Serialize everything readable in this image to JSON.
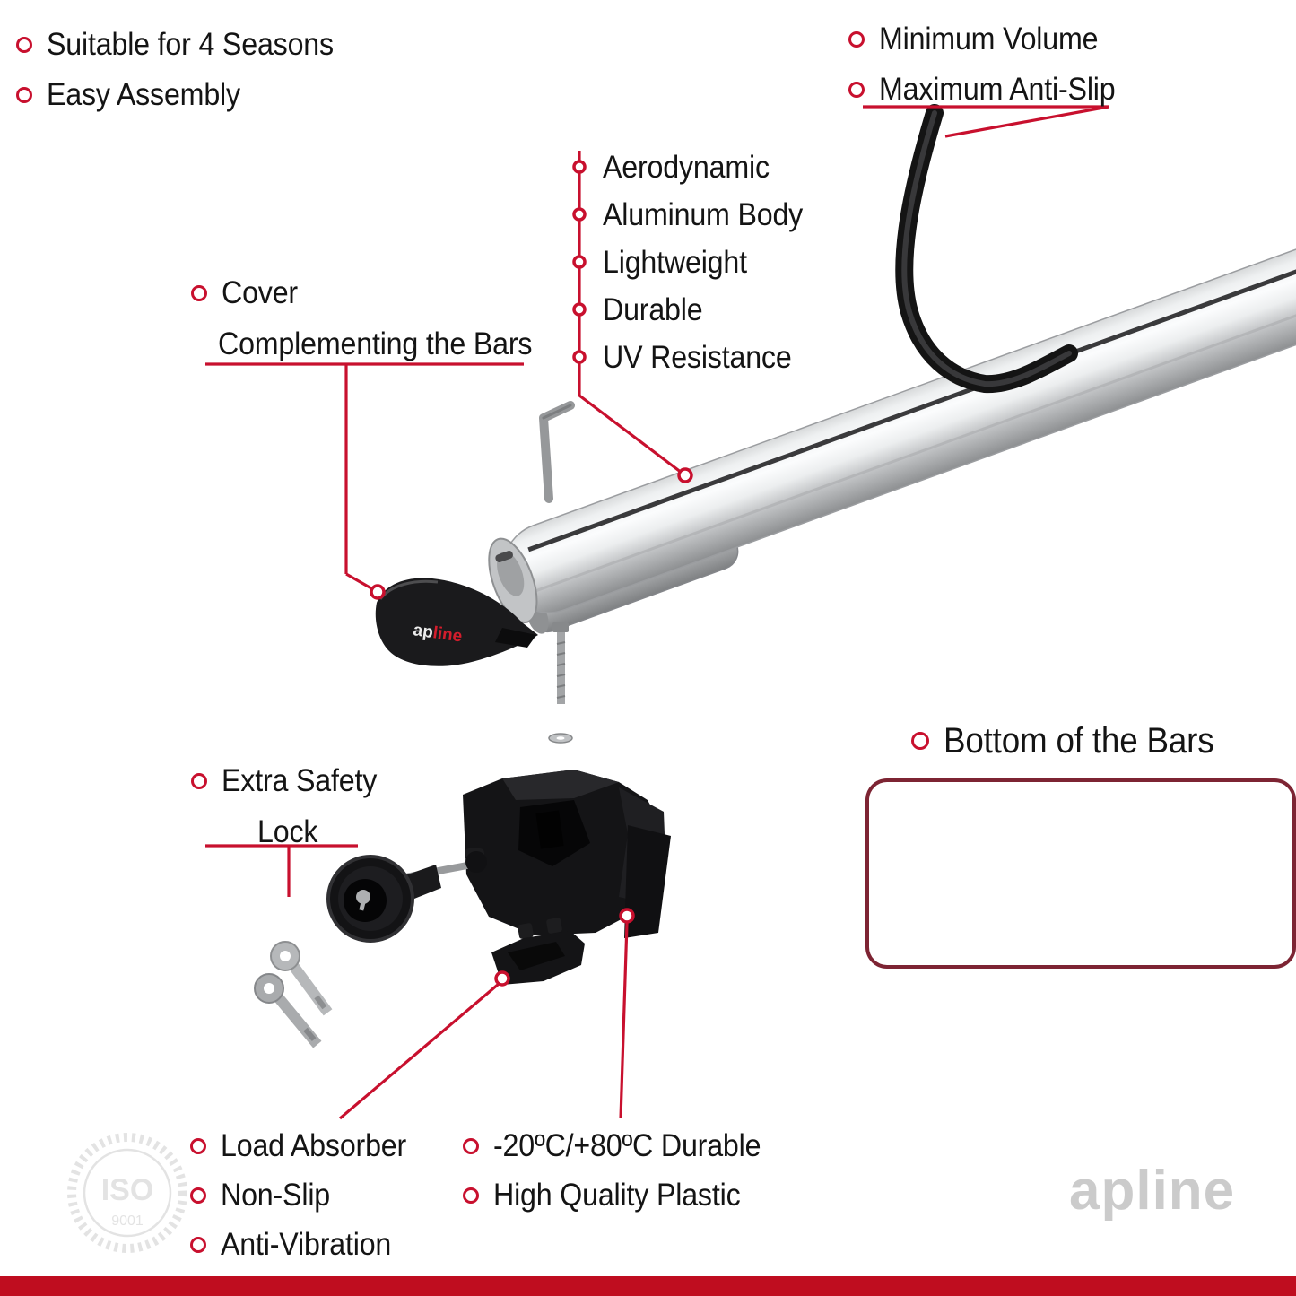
{
  "colors": {
    "accent_red": "#c8102e",
    "footer_red": "#bf0d1f",
    "panel_border_maroon": "#7d2433",
    "bar_silver": "#c9cbcd",
    "watermark_gray": "#cbcbcb",
    "part_black": "#141416"
  },
  "top_left_features": {
    "items": [
      "Suitable for 4 Seasons",
      "Easy Assembly"
    ]
  },
  "top_right_features": {
    "items": [
      "Minimum Volume",
      "Maximum Anti-Slip"
    ]
  },
  "bar_features": {
    "items": [
      "Aerodynamic",
      "Aluminum Body",
      "Lightweight",
      "Durable",
      "UV Resistance"
    ]
  },
  "cover_label": {
    "line1": "Cover",
    "line2": "Complementing the Bars"
  },
  "lock_label": {
    "line1": "Extra Safety",
    "line2": "Lock"
  },
  "bottom_panel": {
    "title": "Bottom of the Bars"
  },
  "bottom_left_features": {
    "items": [
      "Load Absorber",
      "Non-Slip",
      "Anti-Vibration"
    ]
  },
  "bottom_mid_features": {
    "items": [
      "-20ºC/+80ºC Durable",
      "High Quality Plastic"
    ]
  },
  "part_logo": {
    "ap": "ap",
    "line": "line"
  },
  "watermarks": {
    "iso": "ISO",
    "iso_number": "9001",
    "brand": "apline"
  }
}
